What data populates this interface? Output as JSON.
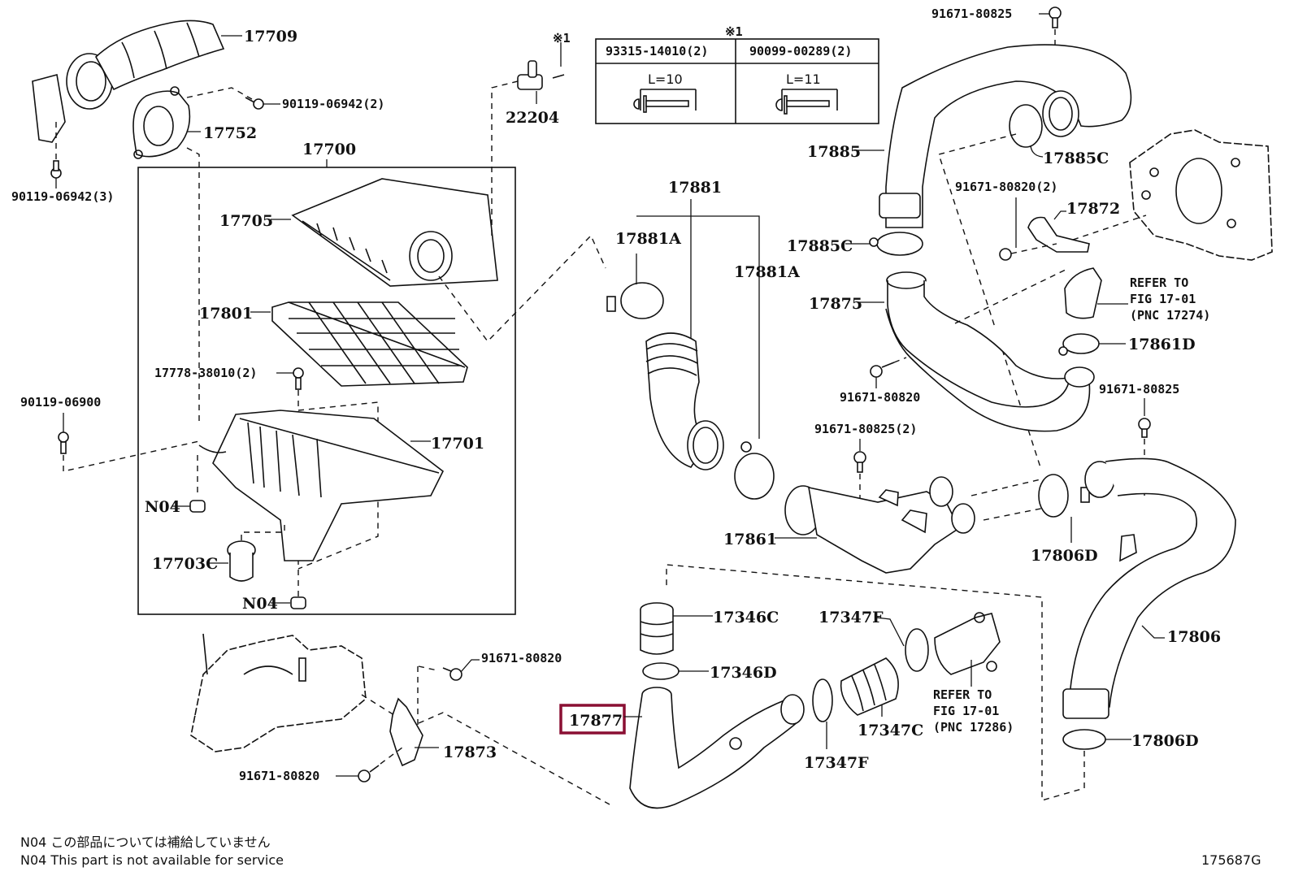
{
  "diagram": {
    "type": "exploded parts diagram",
    "subject": "Air cleaner and intake ducts",
    "figure_id": "175687G",
    "highlighted_part": "17877",
    "group_box_label": "17700",
    "labels": {
      "p17709": "17709",
      "p90119_06942_2": "90119-06942(2)",
      "p17752": "17752",
      "p90119_06942_3": "90119-06942(3)",
      "p17700": "17700",
      "p17705": "17705",
      "p17801": "17801",
      "p17778": "17778-38010(2)",
      "p90119_06900": "90119-06900",
      "p17701": "17701",
      "pN04a": "N04",
      "p17703C": "17703C",
      "pN04b": "N04",
      "p22204": "22204",
      "note1a": "※1",
      "note1b": "※1",
      "p17881": "17881",
      "p17881A_left": "17881A",
      "p17881A_right": "17881A",
      "p91671_80825_top": "91671-80825",
      "p17885": "17885",
      "p17885C_top": "17885C",
      "p91671_80820_2": "91671-80820(2)",
      "p17872": "17872",
      "p17885C": "17885C",
      "p17875": "17875",
      "refer_17274": [
        "REFER TO",
        "FIG 17-01",
        "(PNC 17274)"
      ],
      "p17861D": "17861D",
      "p91671_80820_mid": "91671-80820",
      "p91671_80825_mid": "91671-80825",
      "p91671_80825_2": "91671-80825(2)",
      "p17861": "17861",
      "p17806D_upper": "17806D",
      "p17806": "17806",
      "p17806D_lower": "17806D",
      "p17346C": "17346C",
      "p17346D": "17346D",
      "p17347F_upper": "17347F",
      "p17347C": "17347C",
      "p17347F_lower": "17347F",
      "refer_17286": [
        "REFER TO",
        "FIG 17-01",
        "(PNC 17286)"
      ],
      "p17877": "17877",
      "p91671_80820_upper_left": "91671-80820",
      "p17873": "17873",
      "p91671_80820_lower_left": "91671-80820"
    },
    "bolt_table": {
      "marker": "※1",
      "columns": [
        {
          "part": "93315-14010(2)",
          "length": "L=10"
        },
        {
          "part": "90099-00289(2)",
          "length": "L=11"
        }
      ]
    },
    "footnotes": [
      "N04  この部品については補給していません",
      "N04  This part is not available for service"
    ]
  }
}
